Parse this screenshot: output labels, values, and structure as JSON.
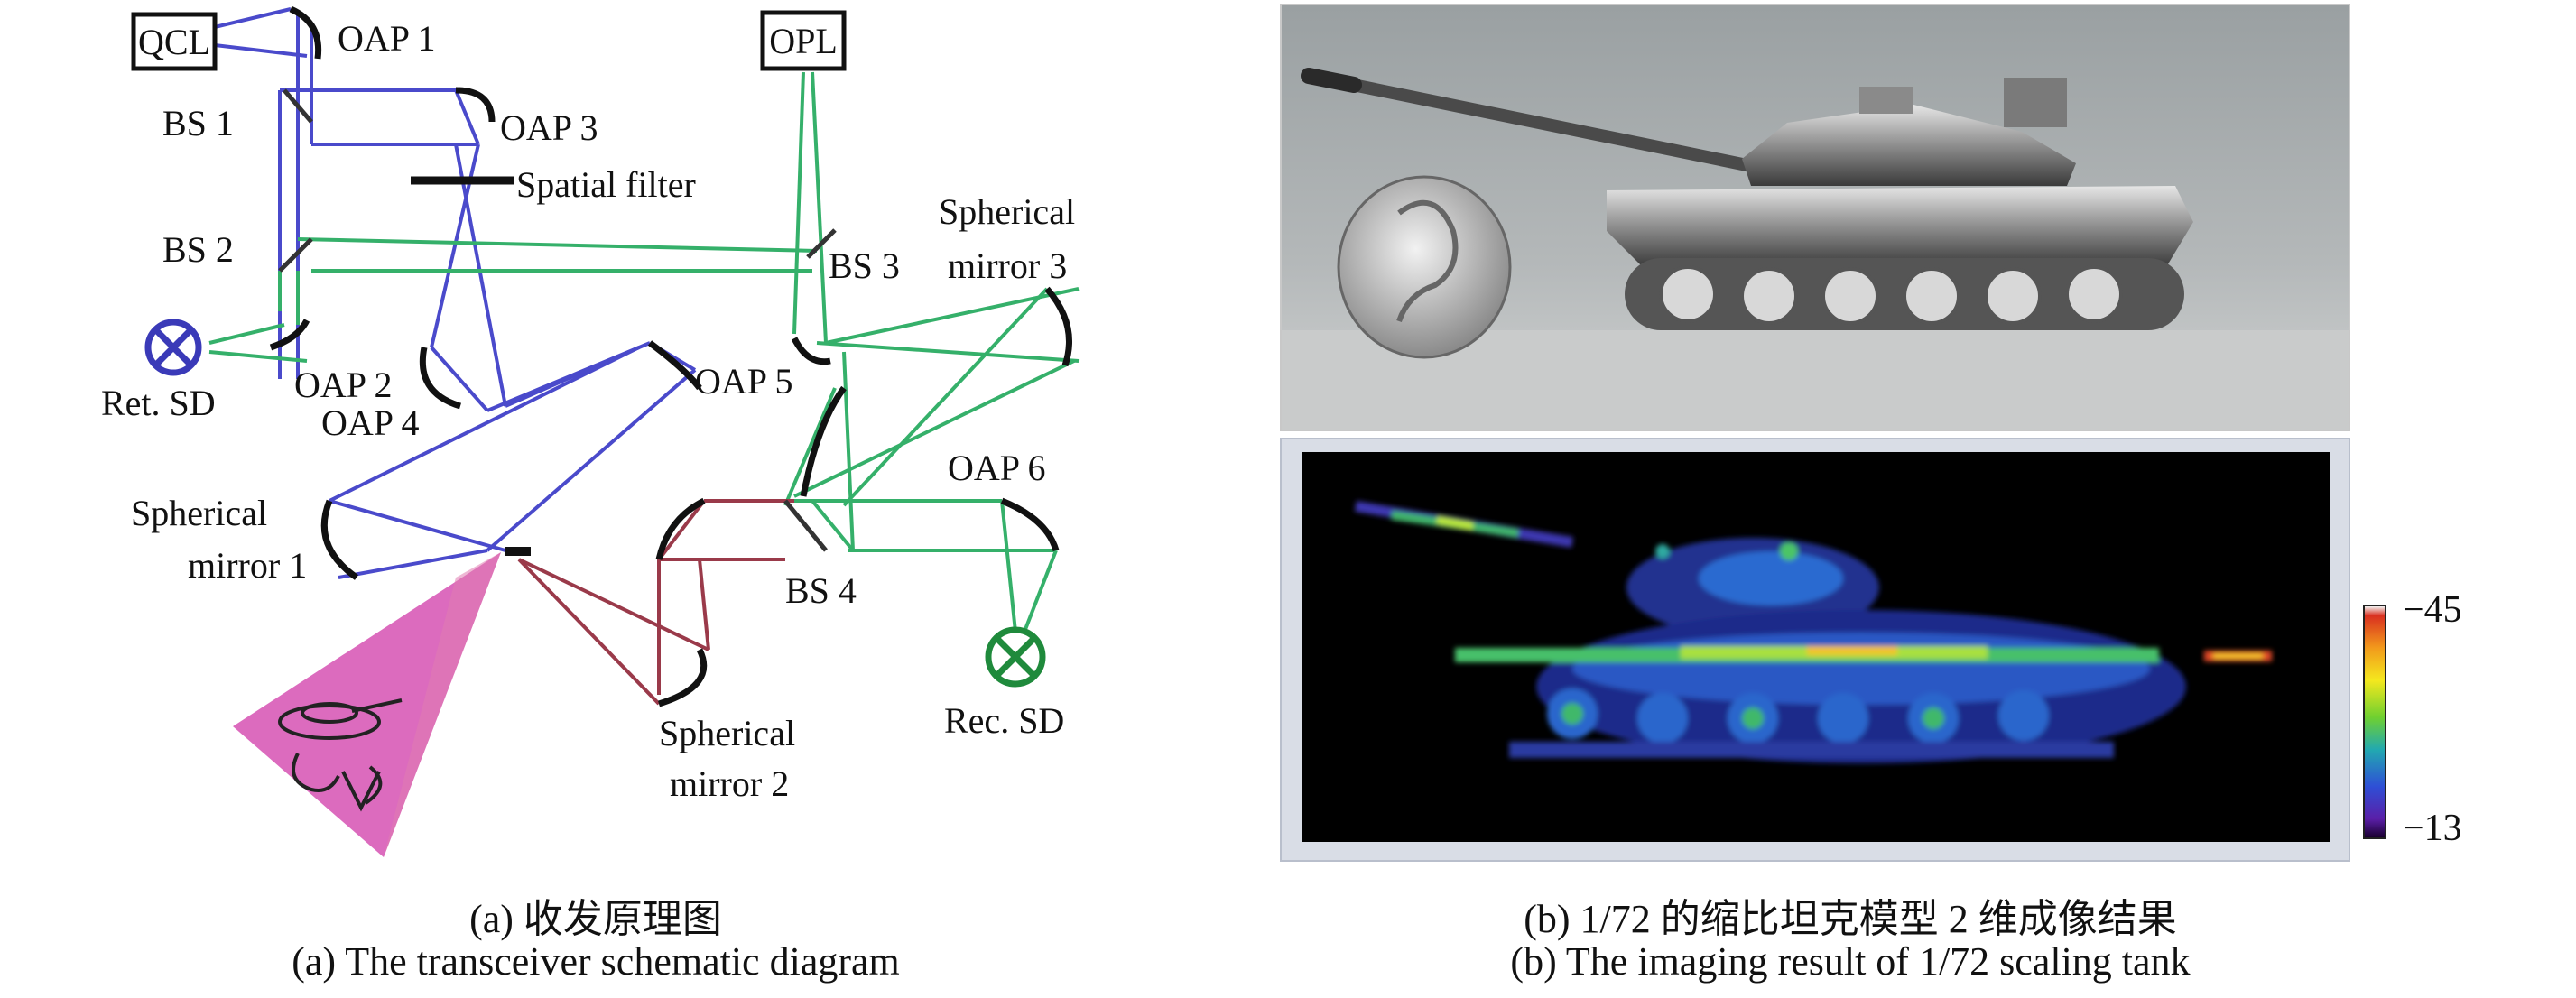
{
  "diagram": {
    "boxes": {
      "qcl": "QCL",
      "opl": "OPL"
    },
    "labels": {
      "oap1": "OAP 1",
      "oap2": "OAP 2",
      "oap3": "OAP 3",
      "oap4": "OAP 4",
      "oap5": "OAP 5",
      "oap6": "OAP 6",
      "bs1": "BS 1",
      "bs2": "BS 2",
      "bs3": "BS 3",
      "bs4": "BS 4",
      "spatial_filter": "Spatial filter",
      "sph1_line1": "Spherical",
      "sph1_line2": "mirror 1",
      "sph2_line1": "Spherical",
      "sph2_line2": "mirror 2",
      "sph3_line1": "Spherical",
      "sph3_line2": "mirror 3",
      "ret_sd": "Ret. SD",
      "rec_sd": "Rec. SD"
    },
    "colors": {
      "blue_beam": "#4a4acb",
      "green_beam": "#35b06a",
      "red_beam": "#9a3a4a",
      "mirror": "#111111",
      "cone": "#cc2fae"
    }
  },
  "colorbar": {
    "max_label": "−45",
    "min_label": "−13"
  },
  "captions": {
    "a_cn": "(a) 收发原理图",
    "a_en": "(a) The transceiver schematic diagram",
    "b_cn": "(b) 1/72 的缩比坦克模型 2 维成像结果",
    "b_en": "(b) The imaging result of 1/72 scaling tank"
  }
}
